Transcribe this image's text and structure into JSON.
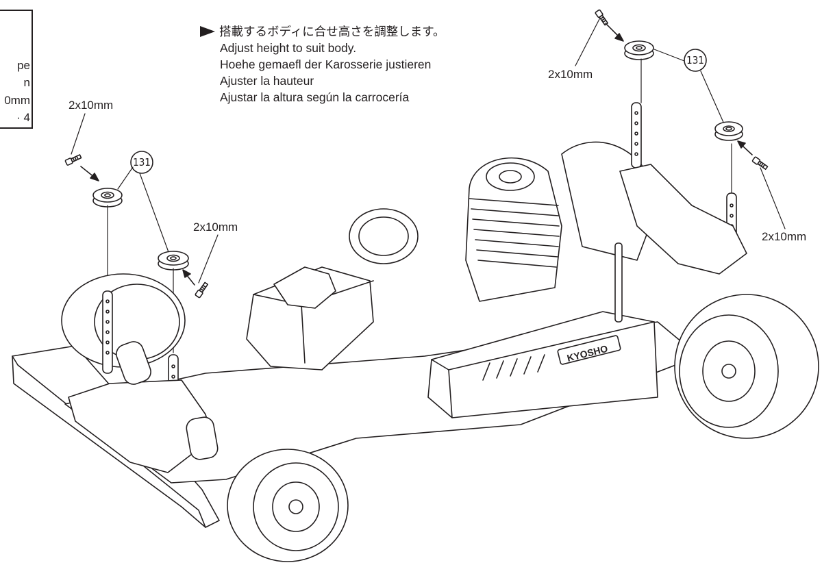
{
  "instruction": {
    "japanese": "搭載するボディに合せ高さを調整します。",
    "english": "Adjust height to suit body.",
    "german": "Hoehe gemaefl der Karosserie justieren",
    "french": "Ajuster la hauteur",
    "spanish": "Ajustar la altura según la carrocería"
  },
  "legend": {
    "line1": "pe",
    "line2": "n",
    "line3": "0mm",
    "line4": "· 4"
  },
  "labels": {
    "screw_front_left": "2x10mm",
    "screw_front_right": "2x10mm",
    "screw_rear_left": "2x10mm",
    "screw_rear_right": "2x10mm",
    "part_front": "131",
    "part_rear": "131",
    "brand": "KYOSHO"
  }
}
